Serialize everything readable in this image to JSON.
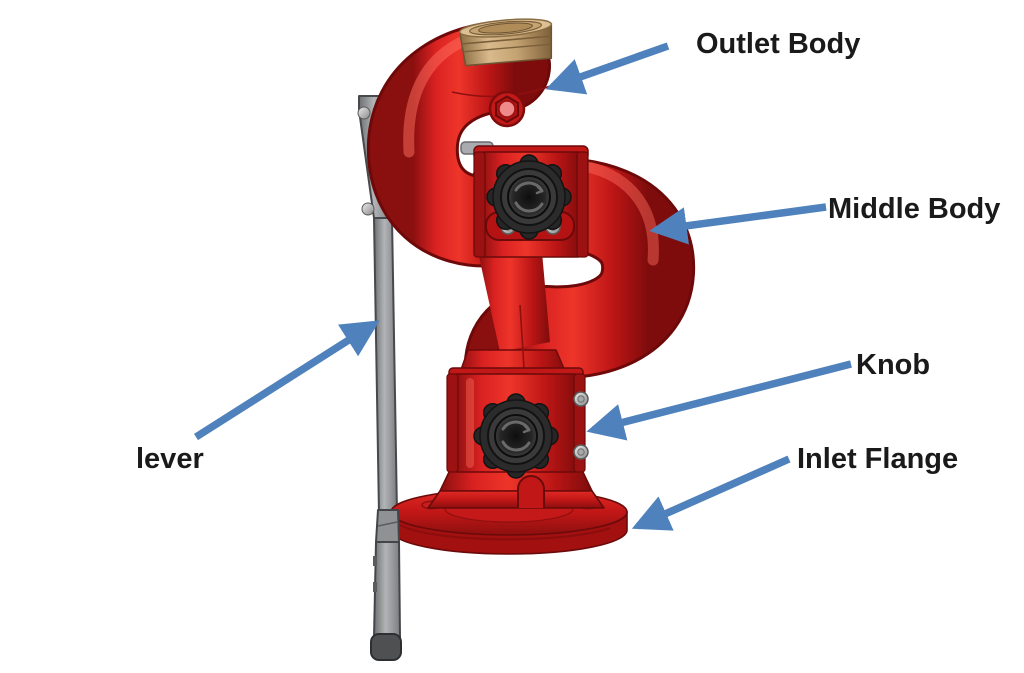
{
  "diagram": {
    "description": "Side-view CAD render of a red fire monitor (water cannon) with annotated parts",
    "background_color": "#ffffff",
    "callout_color": "#4f81bd",
    "text_color": "#1a1a1a",
    "part_colors": {
      "body_red": "#d92121",
      "outlet_brass": "#c9a97c",
      "lever_gray": "#97989b",
      "knob_dark": "#2b2b2b"
    },
    "labels": [
      {
        "id": "outlet-body",
        "text": "Outlet Body"
      },
      {
        "id": "middle-body",
        "text": "Middle Body"
      },
      {
        "id": "knob",
        "text": "Knob"
      },
      {
        "id": "inlet-flange",
        "text": "Inlet Flange"
      },
      {
        "id": "lever",
        "text": "lever"
      }
    ]
  }
}
